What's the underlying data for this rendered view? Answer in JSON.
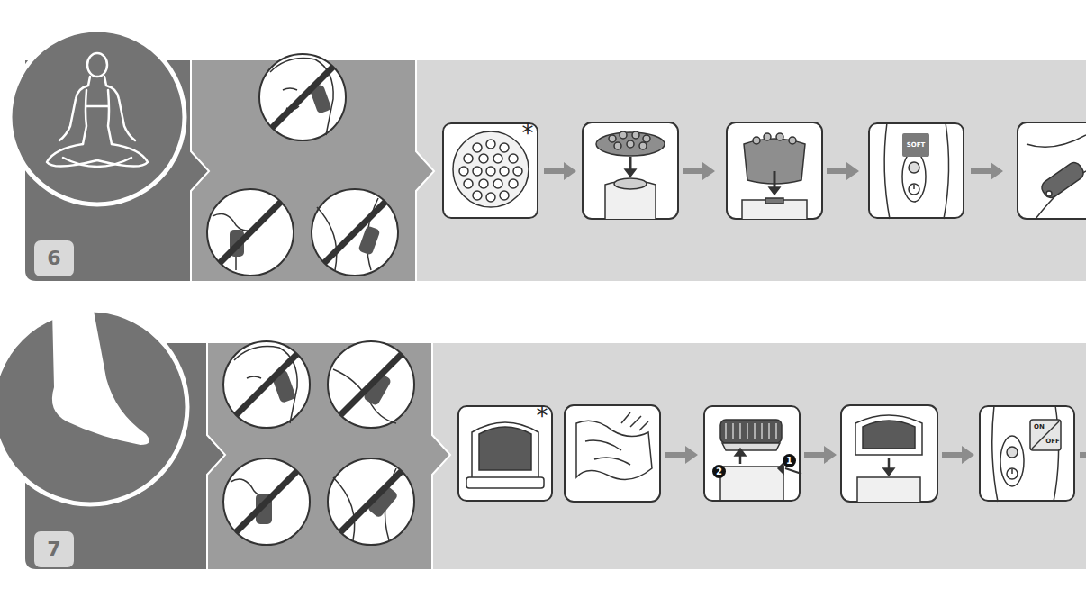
{
  "diagram": {
    "nodes": [
      {
        "text": [
          "6"
        ]
      },
      {
        "text": [
          "*"
        ]
      },
      {
        "text": [
          "SOFT"
        ]
      },
      {
        "text": [
          "7"
        ]
      },
      {
        "text": [
          "*"
        ]
      },
      {
        "text": [
          "1",
          "2"
        ]
      },
      {
        "text": [
          "ON",
          "OFF"
        ]
      }
    ]
  }
}
